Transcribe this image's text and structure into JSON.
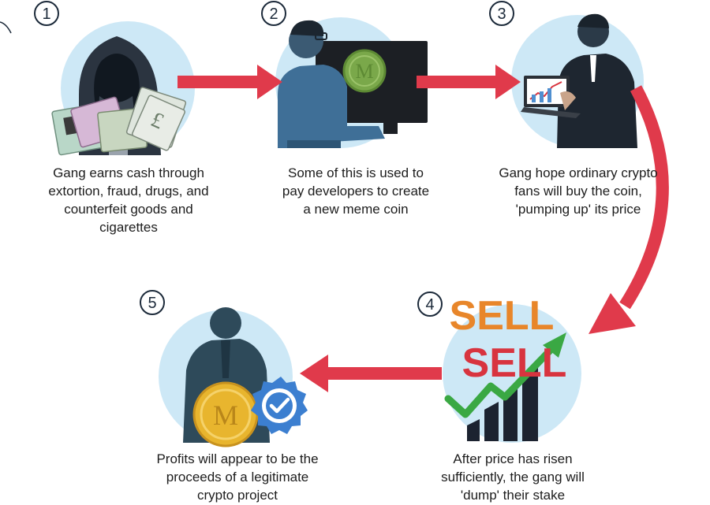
{
  "steps": [
    {
      "number": "1",
      "text": "Gang earns cash through extortion, fraud, drugs, and counterfeit goods and cigarettes"
    },
    {
      "number": "2",
      "text": "Some of this is used to pay developers to create a new meme coin"
    },
    {
      "number": "3",
      "text": "Gang hope ordinary crypto fans will buy the coin, 'pumping up' its price"
    },
    {
      "number": "4",
      "text": "After price has risen sufficiently, the gang will 'dump' their stake"
    },
    {
      "number": "5",
      "text": "Profits will appear to be the proceeds of a legitimate crypto project"
    }
  ],
  "sell_sign": {
    "top": "SELL",
    "bottom": "SELL"
  },
  "coin_letter": "M",
  "colors": {
    "circle_bg": "#cde8f6",
    "arrow": "#e03a4b",
    "sell_orange": "#e8862a",
    "sell_red": "#d8343f",
    "trend_green": "#3aa843",
    "coin_gold": "#e8b52e",
    "badge_blue": "#3c7fd0"
  },
  "icons": [
    "hooded-figure-icon",
    "banknotes-icon",
    "developer-at-monitor-icon",
    "meme-coin-icon",
    "businessman-laptop-icon",
    "sell-sign-icon",
    "rising-chart-icon",
    "businessman-silhouette-icon",
    "gold-coin-icon",
    "verified-badge-icon"
  ]
}
